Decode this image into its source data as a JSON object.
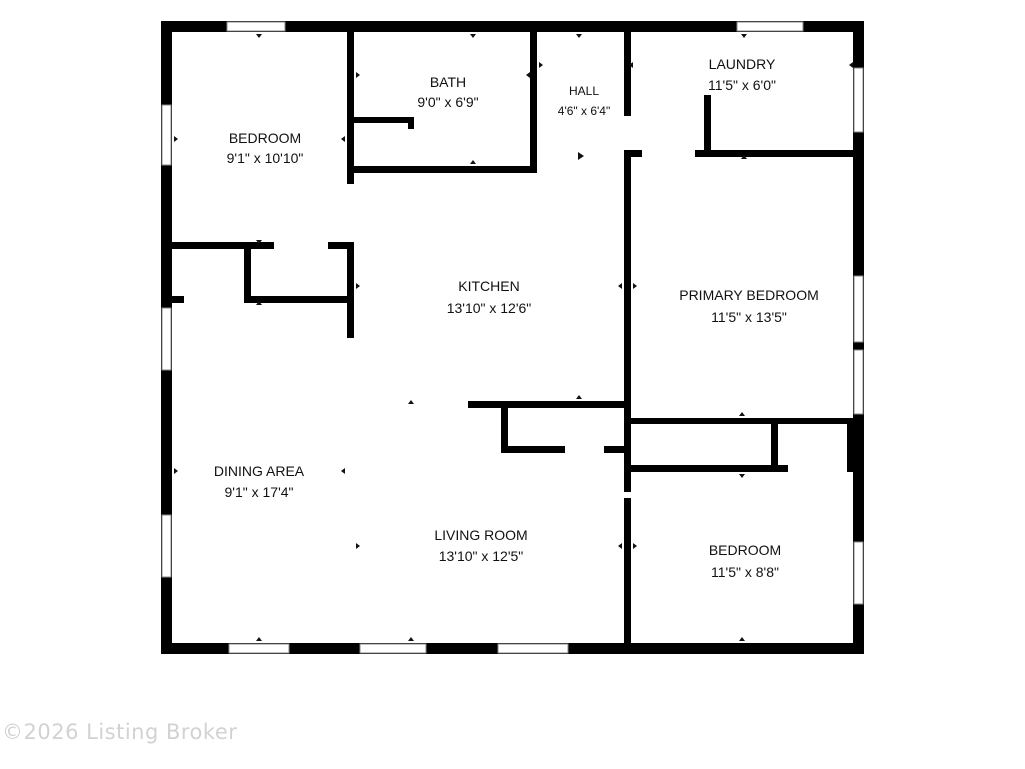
{
  "colors": {
    "wall": "#000000",
    "background": "#ffffff",
    "window": "#ffffff",
    "watermark": "#d2d2d2"
  },
  "rooms": {
    "bedroom_nw": {
      "name": "BEDROOM",
      "dims": "9'1\" x 10'10\""
    },
    "bath": {
      "name": "BATH",
      "dims": "9'0\" x 6'9\""
    },
    "hall": {
      "name": "HALL",
      "dims": "4'6\" x 6'4\""
    },
    "laundry": {
      "name": "LAUNDRY",
      "dims": "11'5\" x 6'0\""
    },
    "kitchen": {
      "name": "KITCHEN",
      "dims": "13'10\" x 12'6\""
    },
    "primary": {
      "name": "PRIMARY BEDROOM",
      "dims": "11'5\" x 13'5\""
    },
    "dining": {
      "name": "DINING AREA",
      "dims": "9'1\" x 17'4\""
    },
    "living": {
      "name": "LIVING ROOM",
      "dims": "13'10\" x 12'5\""
    },
    "bedroom_se": {
      "name": "BEDROOM",
      "dims": "11'5\" x 8'8\""
    }
  },
  "watermark": "©2026 Listing Broker"
}
